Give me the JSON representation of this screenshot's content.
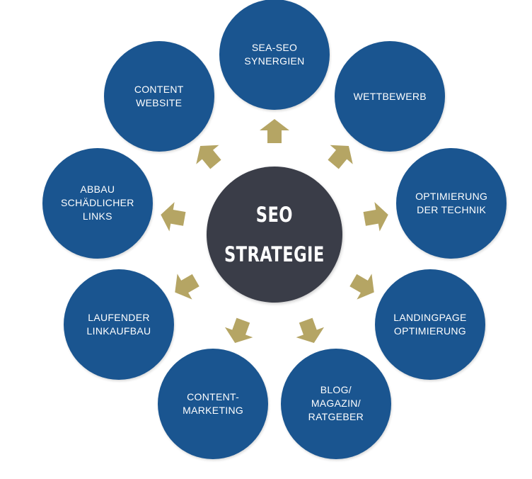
{
  "colors": {
    "outer_fill": "#1a5590",
    "center_fill": "#3a3d48",
    "arrow_fill": "#b5a564",
    "text": "#ffffff"
  },
  "center": {
    "label": "SEO\nSTRATEGIE"
  },
  "nodes": [
    {
      "id": "sea-seo-synergien",
      "label": "SEA-SEO\nSYNERGIEN"
    },
    {
      "id": "wettbewerb",
      "label": "WETTBEWERB"
    },
    {
      "id": "optimierung-der-technik",
      "label": "OPTIMIERUNG\nDER TECHNIK"
    },
    {
      "id": "landingpage-optimierung",
      "label": "LANDINGPAGE\nOPTIMIERUNG"
    },
    {
      "id": "blog-magazin-ratgeber",
      "label": "BLOG/\nMAGAZIN/\nRATGEBER"
    },
    {
      "id": "content-marketing",
      "label": "CONTENT-\nMARKETING"
    },
    {
      "id": "laufender-linkaufbau",
      "label": "LAUFENDER\nLINKAUFBAU"
    },
    {
      "id": "abbau-schaedlicher-links",
      "label": "ABBAU\nSCHÄDLICHER\nLINKS"
    },
    {
      "id": "content-website",
      "label": "CONTENT\nWEBSITE"
    }
  ],
  "arrow_icon": "outward-arrow-icon"
}
